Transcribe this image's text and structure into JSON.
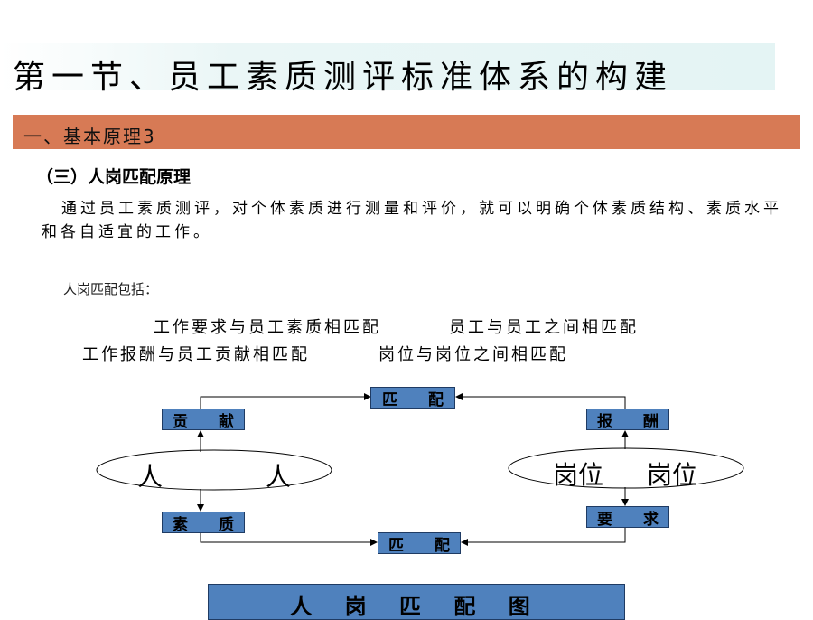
{
  "slide": {
    "title": "第一节、员工素质测评标准体系的构建",
    "section": "一、基本原理3",
    "subheading": "（三）人岗匹配原理",
    "paragraph": "通过员工素质测评，对个体素质进行测量和评价，就可以明确个体素质结构、素质水平和各自适宜的工作。",
    "includes_label": "人岗匹配包括：",
    "items": [
      "工作要求与员工素质相匹配",
      "员工与员工之间相匹配",
      "工作报酬与员工贡献相匹配",
      "岗位与岗位之间相匹配"
    ]
  },
  "diagram": {
    "match_top": "匹 配",
    "match_bottom": "匹 配",
    "contribution": "贡 献",
    "quality": "素 质",
    "reward": "报 酬",
    "requirement": "要 求",
    "people_left": "人",
    "people_right": "人",
    "post_left": "岗位",
    "post_right": "岗位",
    "caption": "人 岗 匹 配 图"
  },
  "colors": {
    "section_bar": "#d77a55",
    "box_fill": "#4f81bd"
  }
}
